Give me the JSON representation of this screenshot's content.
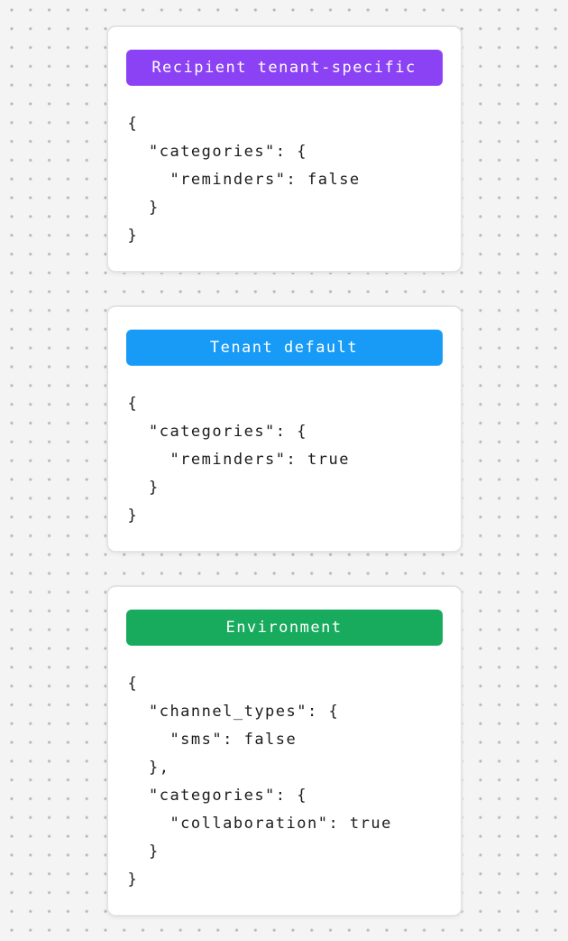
{
  "page": {
    "background_color": "#f4f4f5",
    "dot_color": "#b4b5b7",
    "card_background": "#ffffff",
    "card_border_color": "#e4e4e6",
    "code_text_color": "#1c1c1e"
  },
  "cards": [
    {
      "badge": {
        "label": "Recipient tenant-specific",
        "color": "#8b42f4",
        "text_color": "#ffffff"
      },
      "code": "{\n  \"categories\": {\n    \"reminders\": false\n  }\n}"
    },
    {
      "badge": {
        "label": "Tenant default",
        "color": "#189bf7",
        "text_color": "#ffffff"
      },
      "code": "{\n  \"categories\": {\n    \"reminders\": true\n  }\n}"
    },
    {
      "badge": {
        "label": "Environment",
        "color": "#18ab5e",
        "text_color": "#ffffff"
      },
      "code": "{\n  \"channel_types\": {\n    \"sms\": false\n  },\n  \"categories\": {\n    \"collaboration\": true\n  }\n}"
    }
  ]
}
